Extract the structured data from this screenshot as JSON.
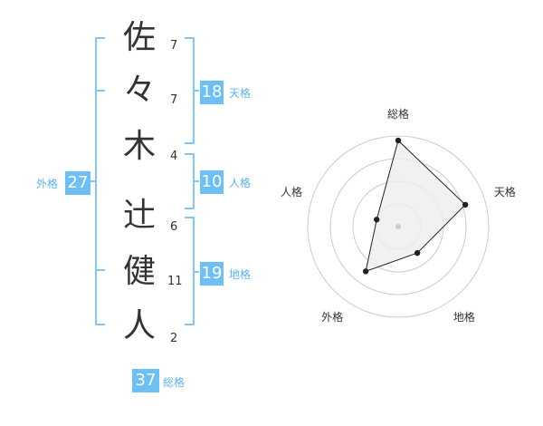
{
  "colors": {
    "bracket": "#7fc8f8",
    "badge_bg": "#6cc0f5",
    "label": "#5ab4ee",
    "text": "#333333",
    "radar_ring": "#cccccc",
    "radar_fill": "#eeeeee",
    "radar_stroke": "#222222"
  },
  "name": {
    "characters": [
      {
        "char": "佐",
        "strokes": "7"
      },
      {
        "char": "々",
        "strokes": "7"
      },
      {
        "char": "木",
        "strokes": "4"
      },
      {
        "char": "辻",
        "strokes": "6"
      },
      {
        "char": "健",
        "strokes": "11"
      },
      {
        "char": "人",
        "strokes": "2"
      }
    ]
  },
  "fortunes": {
    "tenkaku": {
      "value": "18",
      "label": "天格"
    },
    "jinkaku": {
      "value": "10",
      "label": "人格"
    },
    "chikaku": {
      "value": "19",
      "label": "地格"
    },
    "gaikaku": {
      "value": "27",
      "label": "外格"
    },
    "soukaku": {
      "value": "37",
      "label": "総格"
    }
  },
  "chart_data": {
    "type": "radar",
    "axes": [
      "総格",
      "天格",
      "地格",
      "外格",
      "人格"
    ],
    "values": [
      0.95,
      0.78,
      0.36,
      0.61,
      0.25
    ],
    "range": [
      0,
      1
    ],
    "rings": 4
  }
}
